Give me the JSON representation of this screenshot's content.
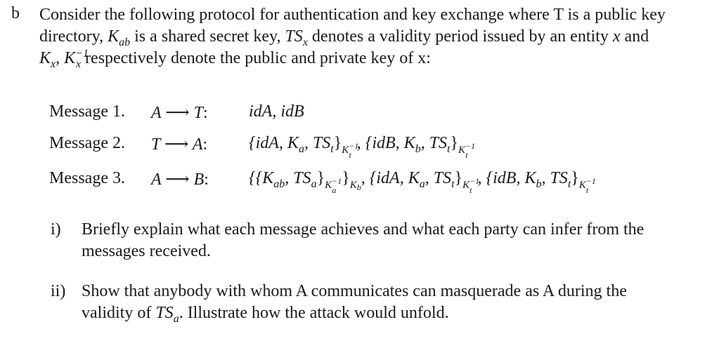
{
  "part_label": "b",
  "intro": {
    "t1": "Consider the following protocol for authentication and key exchange where T is a public key directory, ",
    "kab_K": "K",
    "kab_sub": "ab",
    "t2": " is a shared secret key, ",
    "ts_TS": "TS",
    "ts_sub": "x",
    "t3": " denotes a validity period issued by an entity ",
    "x1": "x",
    "t4": " and ",
    "kx_K": "K",
    "kx_sub": "x",
    "t5": ", ",
    "kxinv_K": "K",
    "kxinv_sub": "x",
    "kxinv_sup": "−1",
    "t6": " respectively denote the public and private key of x:"
  },
  "messages": [
    {
      "label": "Message 1.",
      "route": "A ⟶ T",
      "colon": ":",
      "content_plain": "idA, idB"
    },
    {
      "label": "Message 2.",
      "route": "T ⟶ A",
      "colon": ":",
      "c1": "{idA, K",
      "c1_sub": "a",
      "c2": ", TS",
      "c2_sub": "t",
      "c3": "}",
      "c3_sub_K": "K",
      "c3_sub_inner_sup": "−1",
      "c3_sub_inner_sub": "t",
      "c4": ", {idB, K",
      "c4_sub": "b",
      "c5": ", TS",
      "c5_sub": "t",
      "c6": "}",
      "c6_sub_K": "K",
      "c6_sub_inner_sup": "−1",
      "c6_sub_inner_sub": "t"
    },
    {
      "label": "Message 3.",
      "route": "A ⟶ B",
      "colon": ":",
      "c1": "{{K",
      "c1_sub": "ab",
      "c2": ", TS",
      "c2_sub": "a",
      "c3": "}",
      "c3_sub_K": "K",
      "c3_sub_inner_sup": "−1",
      "c3_sub_inner_sub": "a",
      "c4": "}",
      "c4_sub_K": "K",
      "c4_sub_sub": "b",
      "c5": ", {idA, K",
      "c5_sub": "a",
      "c6": ", TS",
      "c6_sub": "t",
      "c7": "}",
      "c7_sub_K": "K",
      "c7_sub_inner_sup": "−1",
      "c7_sub_inner_sub": "t",
      "c8": ", {idB, K",
      "c8_sub": "b",
      "c9": ", TS",
      "c9_sub": "t",
      "c10": "}",
      "c10_sub_K": "K",
      "c10_sub_inner_sup": "−1",
      "c10_sub_inner_sub": "t"
    }
  ],
  "questions": [
    {
      "num": "i)",
      "text": "Briefly explain what each message achieves and what each party can infer from the messages received."
    },
    {
      "num": "ii)",
      "t1": "Show that anybody with whom A communicates can masquerade as A during the validity of ",
      "ts_TS": "TS",
      "ts_sub": "a",
      "t2": ". Illustrate how the attack would unfold."
    }
  ]
}
